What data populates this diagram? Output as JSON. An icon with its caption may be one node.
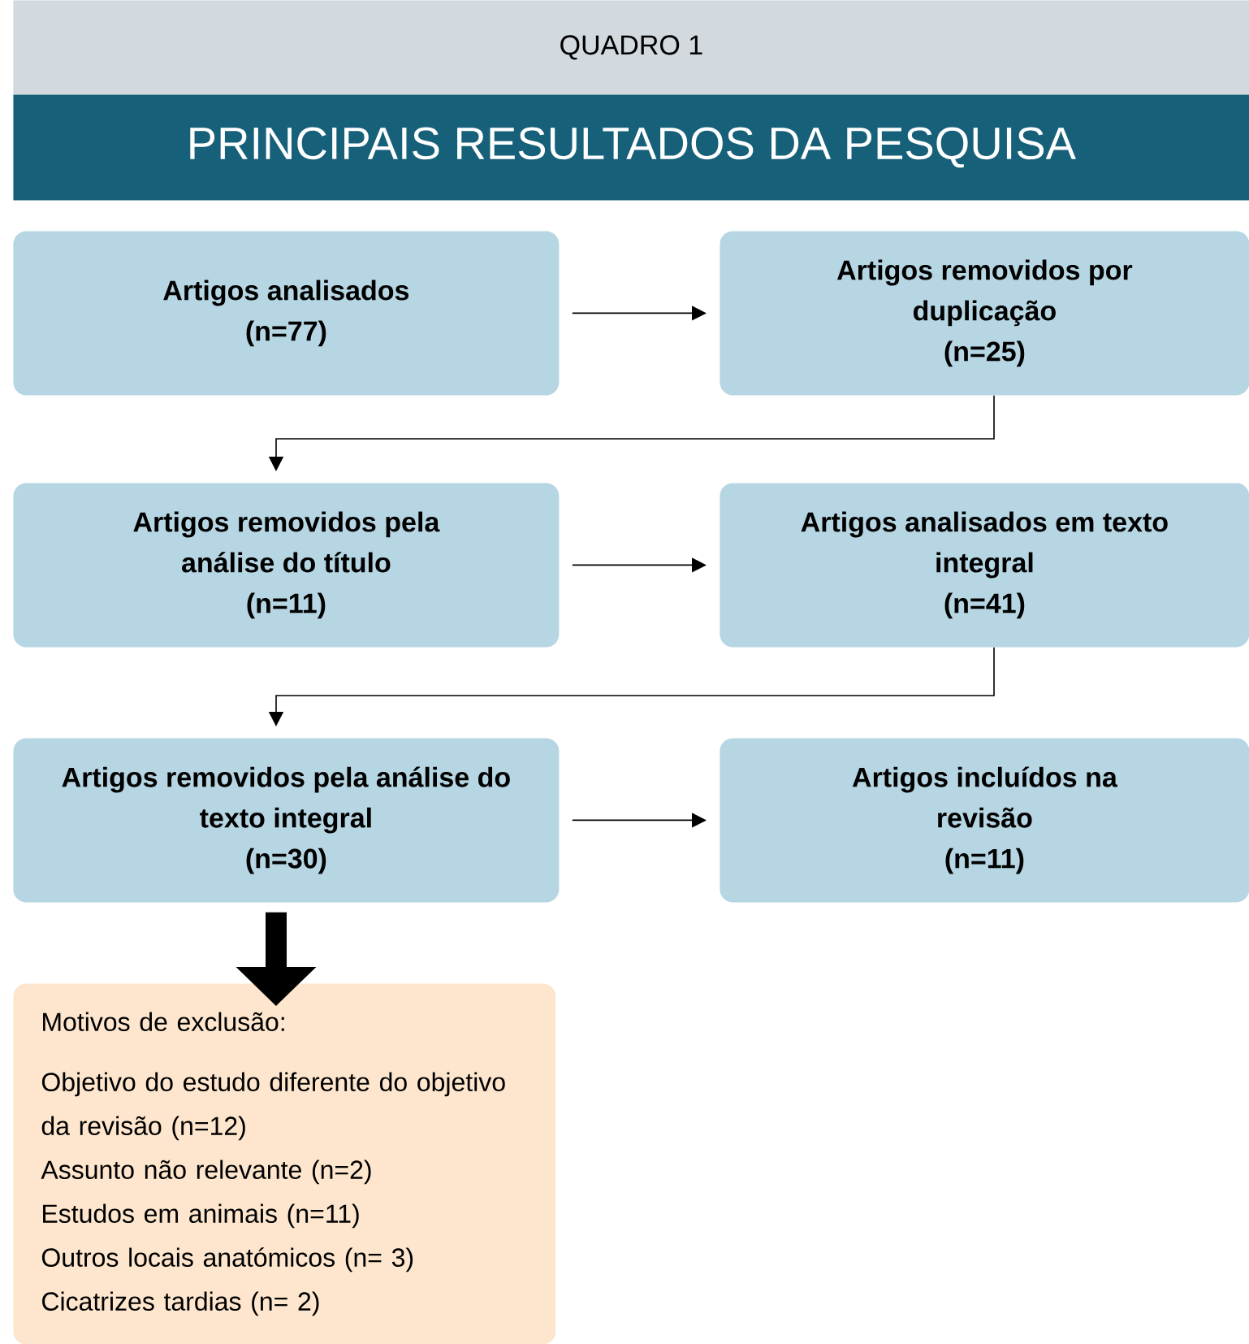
{
  "diagram": {
    "title": "PRINCIPAIS RESULTADOS DA PESQUISA",
    "nodes": [
      {
        "text": [
          "Artigos analisados",
          "(n=77)"
        ]
      },
      {
        "text": [
          "Artigos removidos por duplicação",
          "(n=25)"
        ]
      },
      {
        "text": [
          "Artigos removidos pela análise do título",
          "(n=11)"
        ]
      },
      {
        "text": [
          "Artigos analisados em texto integral",
          "(n=41)"
        ]
      },
      {
        "text": [
          "Artigos removidos pela análise do texto integral",
          "(n=30)"
        ]
      },
      {
        "text": [
          "Artigos incluídos na revisão",
          "(n=11)"
        ]
      },
      {
        "text": [
          "Motivos de exclusão:",
          "Objetivo do estudo diferente do objetivo da revisão (n=12)",
          "Assunto não relevante (n=2)",
          "Estudos em animais (n=11)",
          "Outros locais anatómicos (n= 3)",
          "Cicatrizes tardias (n= 2)"
        ]
      }
    ],
    "edges": [
      {
        "from": 0,
        "to": 1,
        "arrow": "to"
      },
      {
        "from": 1,
        "to": 2,
        "arrow": "to"
      },
      {
        "from": 2,
        "to": 3,
        "arrow": "to"
      },
      {
        "from": 3,
        "to": 4,
        "arrow": "to"
      },
      {
        "from": 4,
        "to": 5,
        "arrow": "to"
      },
      {
        "from": 4,
        "to": 6,
        "arrow": "to",
        "style": "thick"
      }
    ],
    "labels": [
      "QUADRO 1"
    ]
  }
}
